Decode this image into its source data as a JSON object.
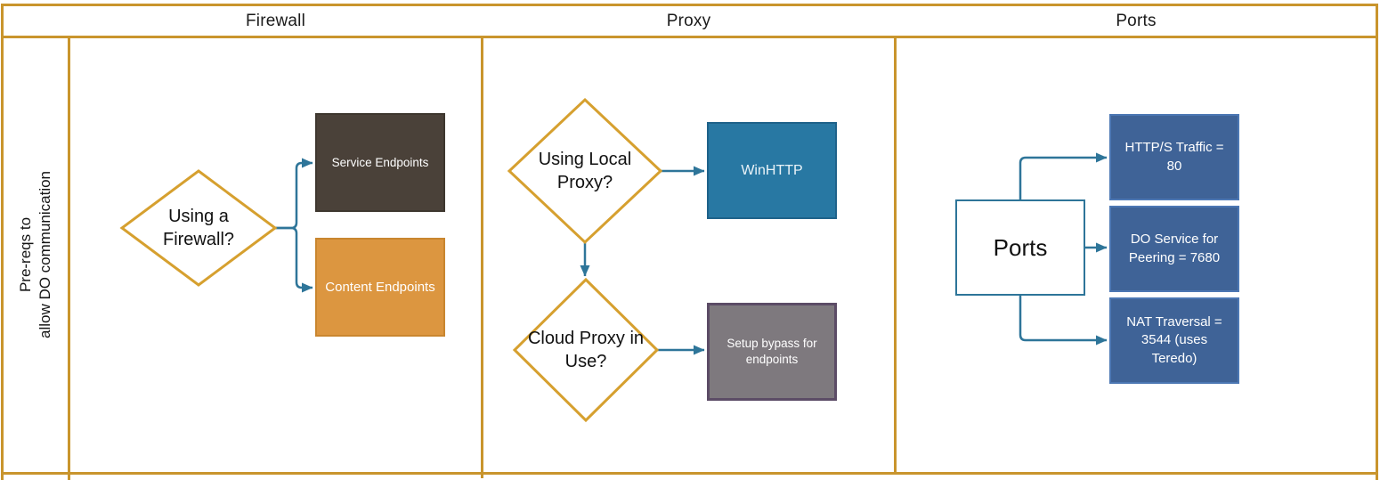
{
  "header": {
    "columns": [
      {
        "label": "Firewall"
      },
      {
        "label": "Proxy"
      },
      {
        "label": "Ports"
      }
    ]
  },
  "sidebar": {
    "lines": [
      "Pre-reqs to",
      "allow DO communication"
    ]
  },
  "firewall": {
    "decision_label": "Using a Firewall?",
    "service_box_label": "Service Endpoints",
    "content_box_label": "Content Endpoints"
  },
  "proxy": {
    "decision1_label": "Using Local Proxy?",
    "winhttp_box_label": "WinHTTP",
    "decision2_label": "Cloud Proxy in Use?",
    "bypass_box_label": "Setup bypass for endpoints"
  },
  "ports": {
    "source_box_label": "Ports",
    "items": [
      {
        "label": "HTTP/S Traffic = 80"
      },
      {
        "label": "DO Service for Peering = 7680"
      },
      {
        "label": "NAT Traversal = 3544 (uses Teredo)"
      }
    ]
  },
  "colors": {
    "table_border": "#C9952D",
    "diamond_border": "#D6A02F",
    "connector": "#2E7599",
    "service_fill": "#4A4139",
    "content_fill": "#DC9640",
    "winhttp_fill": "#2878A3",
    "bypass_fill": "#7E797E",
    "bypass_border": "#5C4C66",
    "ports_box_border": "#2E7599",
    "port_item_fill": "#3F6397",
    "port_item_border": "#4C77B3"
  }
}
